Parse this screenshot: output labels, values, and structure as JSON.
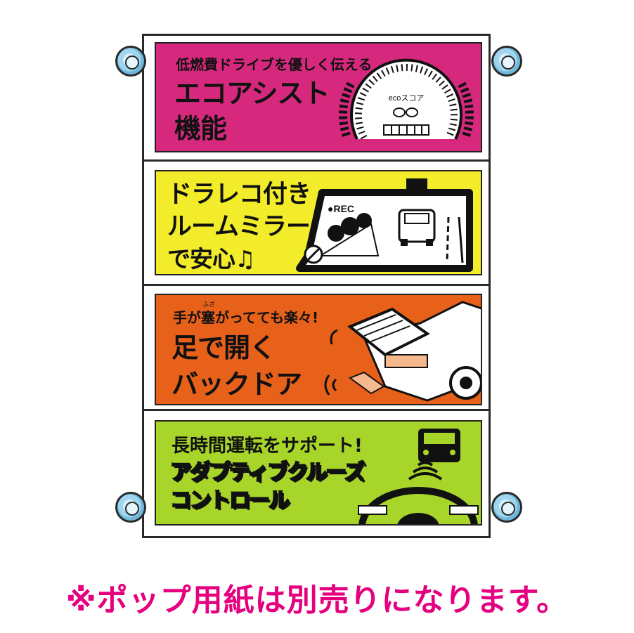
{
  "panels": [
    {
      "id": "eco-assist",
      "bg": "#d6297e",
      "subtitle": "低燃費ドライブを優しく伝える",
      "title_line1": "エコアシスト",
      "title_line2": "機能",
      "gauge_label": "ecoスコア",
      "icon": "speedometer-icon"
    },
    {
      "id": "dashcam-mirror",
      "bg": "#f2ec2a",
      "title_line1": "ドラレコ付き",
      "title_line2": "ルームミラー",
      "title_line3": "で安心♫",
      "rec_label": "●REC",
      "icon": "rearview-mirror-icon"
    },
    {
      "id": "hands-free-door",
      "bg": "#e8611a",
      "subtitle": "手が塞がってても楽々!",
      "furigana": "ふさ",
      "title_line1": "足で開く",
      "title_line2": "バックドア",
      "icon": "kick-sensor-door-icon"
    },
    {
      "id": "adaptive-cruise",
      "bg": "#a8d52a",
      "subtitle": "長時間運転をサポート!",
      "title_line1": "アダプティブクルーズ",
      "title_line2": "コントロール",
      "icon": "steering-wheel-radar-icon"
    }
  ],
  "footer": {
    "note": "※ポップ用紙は別売りになります。",
    "color": "#e4007f"
  }
}
